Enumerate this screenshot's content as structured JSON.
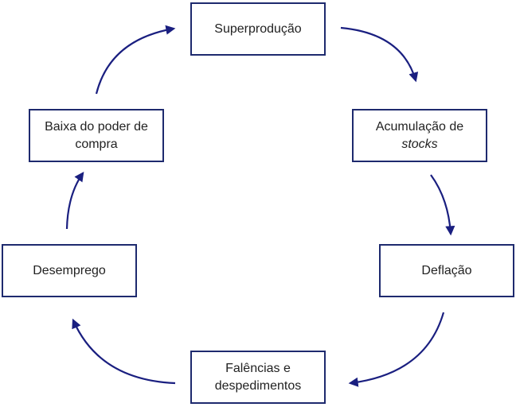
{
  "diagram": {
    "colors": {
      "arrow": "#1a1f80",
      "box_border": "#1e2a6e",
      "text": "#222222"
    },
    "nodes": {
      "superproducao": {
        "line1": "Superprodução"
      },
      "acumulacao": {
        "line1": "Acumulação de",
        "line2": "stocks"
      },
      "deflacao": {
        "line1": "Deflação"
      },
      "falencias": {
        "line1": "Falências e",
        "line2": "despedimentos"
      },
      "desemprego": {
        "line1": "Desemprego"
      },
      "baixa": {
        "line1": "Baixa do poder de",
        "line2": "compra"
      }
    },
    "cycle": [
      {
        "from": "Superprodução",
        "to": "Acumulação de stocks"
      },
      {
        "from": "Acumulação de stocks",
        "to": "Deflação"
      },
      {
        "from": "Deflação",
        "to": "Falências e despedimentos"
      },
      {
        "from": "Falências e despedimentos",
        "to": "Desemprego"
      },
      {
        "from": "Desemprego",
        "to": "Baixa do poder de compra"
      },
      {
        "from": "Baixa do poder de compra",
        "to": "Superprodução"
      }
    ]
  }
}
